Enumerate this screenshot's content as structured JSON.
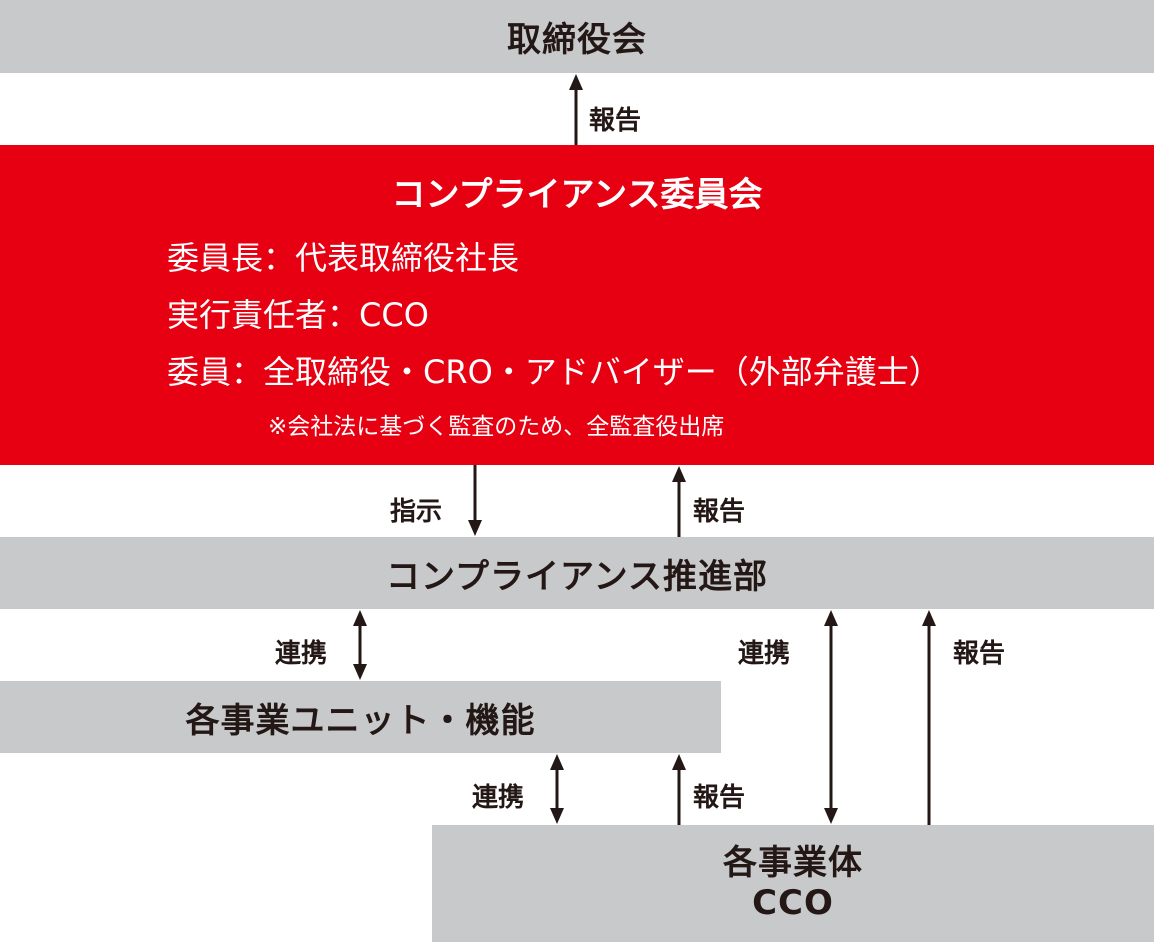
{
  "diagram": {
    "type": "organization-chart",
    "colors": {
      "box_gray": "#c8c9ca",
      "committee_red": "#e60012",
      "text_dark": "#231815",
      "text_light": "#ffffff"
    },
    "board": {
      "title": "取締役会"
    },
    "committee": {
      "title": "コンプライアンス委員会",
      "lines": [
        "委員長：代表取締役社長",
        "実行責任者：CCO",
        "委員：全取締役・CRO・アドバイザー（外部弁護士）"
      ],
      "note": "※会社法に基づく監査のため、全監査役出席"
    },
    "promotion_dept": {
      "title": "コンプライアンス推進部"
    },
    "business_units": {
      "title": "各事業ユニット・機能"
    },
    "business_entities": {
      "title_line1": "各事業体",
      "title_line2": "CCO"
    },
    "connections": [
      {
        "from": "committee",
        "to": "board",
        "label": "報告",
        "direction": "up"
      },
      {
        "from": "committee",
        "to": "promotion_dept",
        "label": "指示",
        "direction": "down"
      },
      {
        "from": "promotion_dept",
        "to": "committee",
        "label": "報告",
        "direction": "up"
      },
      {
        "from": "promotion_dept",
        "to": "business_units",
        "label": "連携",
        "direction": "both"
      },
      {
        "from": "business_units",
        "to": "business_entities",
        "label": "連携",
        "direction": "both"
      },
      {
        "from": "business_entities",
        "to": "business_units",
        "label": "報告",
        "direction": "up"
      },
      {
        "from": "promotion_dept",
        "to": "business_entities",
        "label": "連携",
        "direction": "both"
      },
      {
        "from": "business_entities",
        "to": "promotion_dept",
        "label": "報告",
        "direction": "up"
      }
    ]
  }
}
